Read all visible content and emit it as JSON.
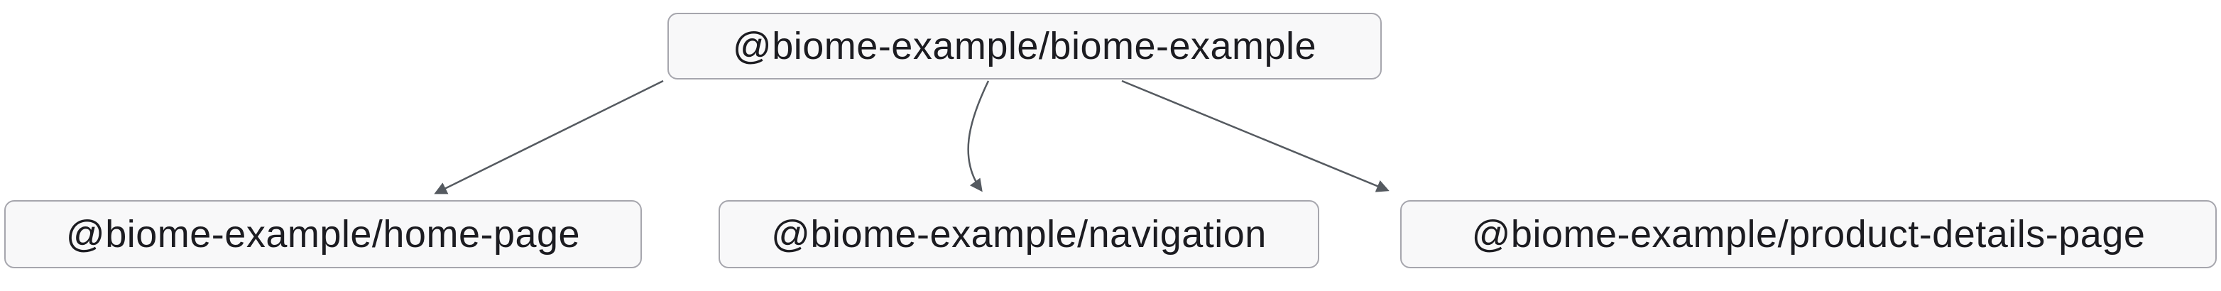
{
  "diagram": {
    "type": "dependency-graph",
    "root": {
      "id": "biome-example",
      "label": "@biome-example/biome-example"
    },
    "children": [
      {
        "id": "home-page",
        "label": "@biome-example/home-page"
      },
      {
        "id": "navigation",
        "label": "@biome-example/navigation"
      },
      {
        "id": "product-details-page",
        "label": "@biome-example/product-details-page"
      }
    ],
    "edges": [
      {
        "from": "@biome-example/biome-example",
        "to": "@biome-example/home-page"
      },
      {
        "from": "@biome-example/biome-example",
        "to": "@biome-example/navigation"
      },
      {
        "from": "@biome-example/biome-example",
        "to": "@biome-example/product-details-page"
      }
    ],
    "colors": {
      "background": "#ffffff",
      "node_fill": "#f8f8f9",
      "node_border": "#a6a6ad",
      "text": "#1c1c21",
      "edge": "#555a60"
    }
  }
}
